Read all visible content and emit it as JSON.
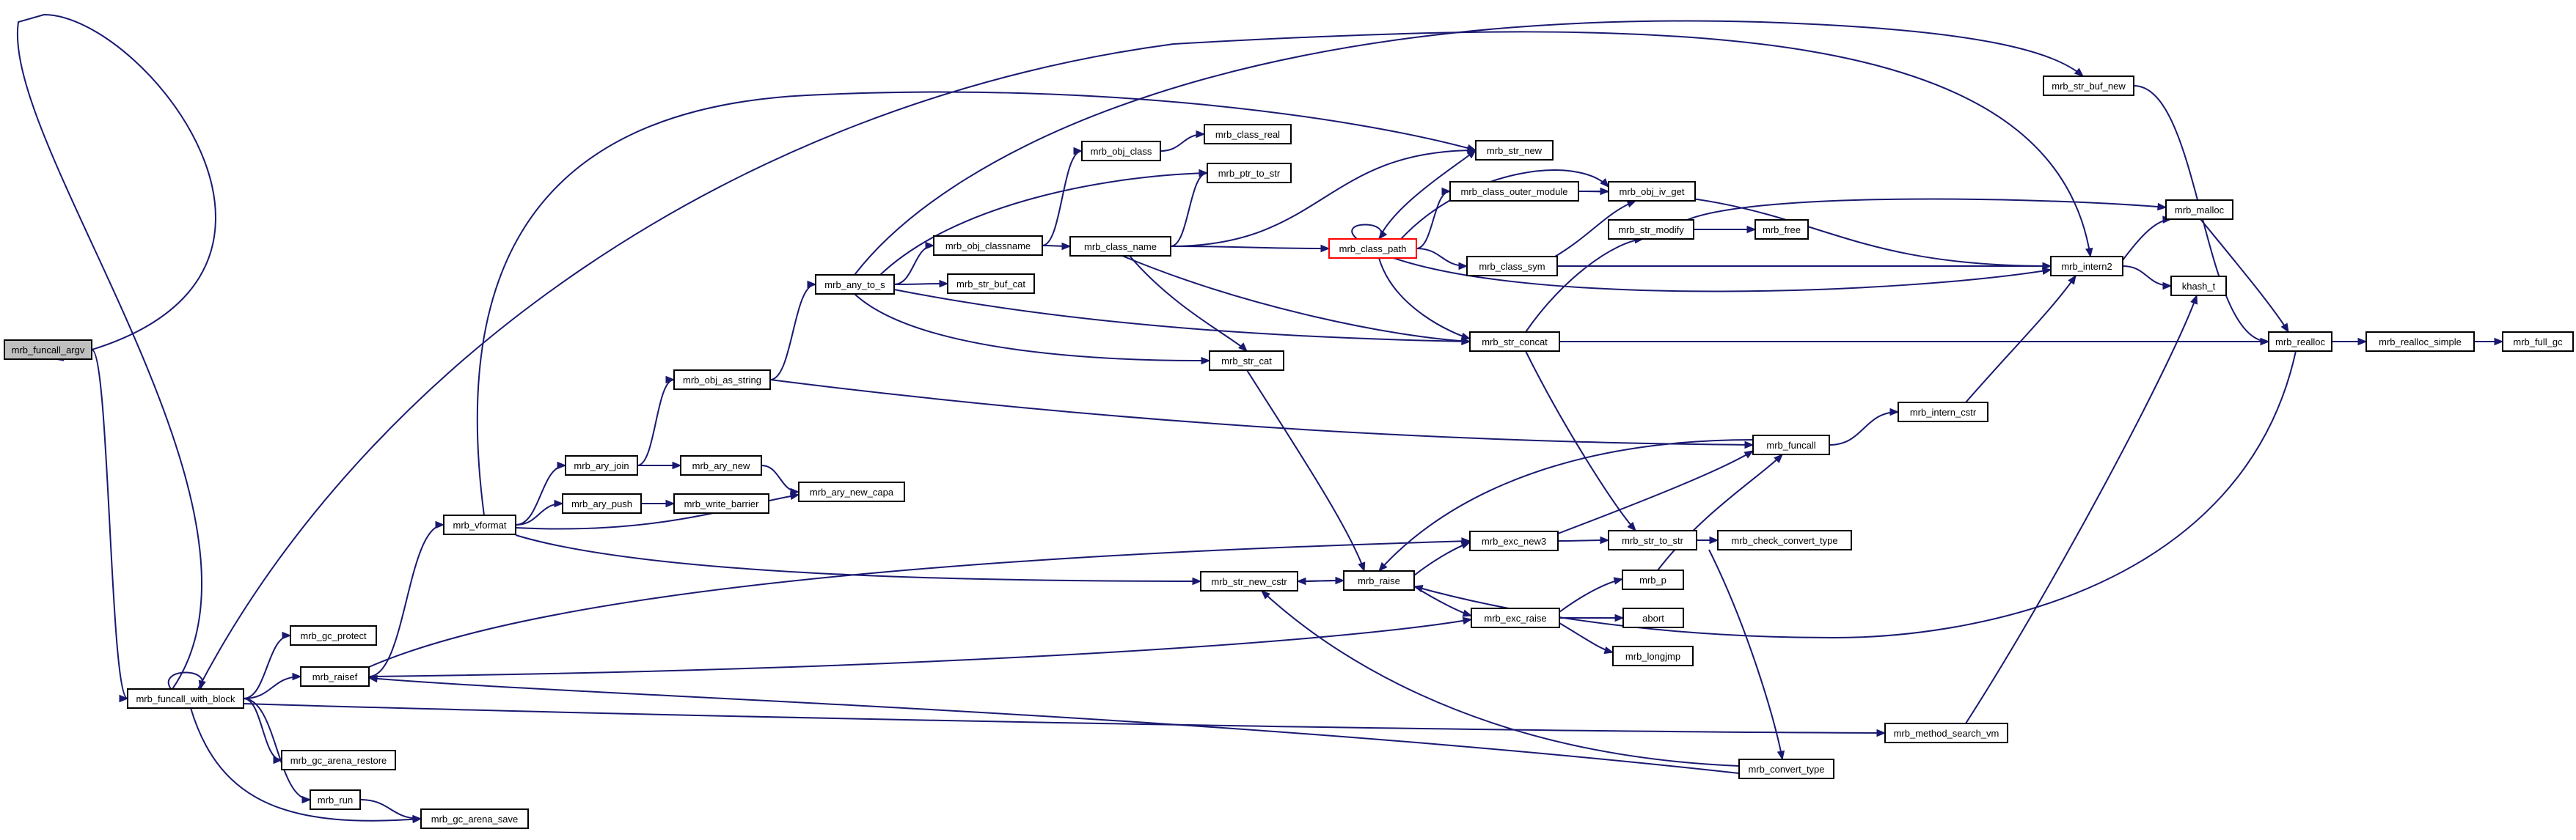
{
  "nodes": [
    {
      "id": "mrb_funcall_argv",
      "label": "mrb_funcall_argv",
      "root": true
    },
    {
      "id": "mrb_funcall_with_block",
      "label": "mrb_funcall_with_block"
    },
    {
      "id": "mrb_gc_protect",
      "label": "mrb_gc_protect"
    },
    {
      "id": "mrb_raisef",
      "label": "mrb_raisef"
    },
    {
      "id": "mrb_gc_arena_restore",
      "label": "mrb_gc_arena_restore"
    },
    {
      "id": "mrb_run",
      "label": "mrb_run"
    },
    {
      "id": "mrb_gc_arena_save",
      "label": "mrb_gc_arena_save"
    },
    {
      "id": "mrb_vformat",
      "label": "mrb_vformat"
    },
    {
      "id": "mrb_ary_join",
      "label": "mrb_ary_join"
    },
    {
      "id": "mrb_ary_push",
      "label": "mrb_ary_push"
    },
    {
      "id": "mrb_obj_as_string",
      "label": "mrb_obj_as_string"
    },
    {
      "id": "mrb_ary_new",
      "label": "mrb_ary_new"
    },
    {
      "id": "mrb_write_barrier",
      "label": "mrb_write_barrier"
    },
    {
      "id": "mrb_ary_new_capa",
      "label": "mrb_ary_new_capa"
    },
    {
      "id": "mrb_any_to_s",
      "label": "mrb_any_to_s"
    },
    {
      "id": "mrb_obj_classname",
      "label": "mrb_obj_classname"
    },
    {
      "id": "mrb_str_buf_cat",
      "label": "mrb_str_buf_cat"
    },
    {
      "id": "mrb_obj_class",
      "label": "mrb_obj_class"
    },
    {
      "id": "mrb_class_real",
      "label": "mrb_class_real"
    },
    {
      "id": "mrb_ptr_to_str",
      "label": "mrb_ptr_to_str"
    },
    {
      "id": "mrb_class_name",
      "label": "mrb_class_name"
    },
    {
      "id": "mrb_str_cat",
      "label": "mrb_str_cat"
    },
    {
      "id": "mrb_str_new",
      "label": "mrb_str_new"
    },
    {
      "id": "mrb_class_path",
      "label": "mrb_class_path",
      "red": true
    },
    {
      "id": "mrb_class_outer_module",
      "label": "mrb_class_outer_module"
    },
    {
      "id": "mrb_obj_iv_get",
      "label": "mrb_obj_iv_get"
    },
    {
      "id": "mrb_class_sym",
      "label": "mrb_class_sym"
    },
    {
      "id": "mrb_str_modify",
      "label": "mrb_str_modify"
    },
    {
      "id": "mrb_free",
      "label": "mrb_free"
    },
    {
      "id": "mrb_str_concat",
      "label": "mrb_str_concat"
    },
    {
      "id": "mrb_str_new_cstr",
      "label": "mrb_str_new_cstr"
    },
    {
      "id": "mrb_raise",
      "label": "mrb_raise"
    },
    {
      "id": "mrb_exc_new3",
      "label": "mrb_exc_new3"
    },
    {
      "id": "mrb_exc_raise",
      "label": "mrb_exc_raise"
    },
    {
      "id": "mrb_str_to_str",
      "label": "mrb_str_to_str"
    },
    {
      "id": "mrb_check_convert_type",
      "label": "mrb_check_convert_type"
    },
    {
      "id": "mrb_p",
      "label": "mrb_p"
    },
    {
      "id": "abort",
      "label": "abort"
    },
    {
      "id": "mrb_longjmp",
      "label": "mrb_longjmp"
    },
    {
      "id": "mrb_convert_type",
      "label": "mrb_convert_type"
    },
    {
      "id": "mrb_method_search_vm",
      "label": "mrb_method_search_vm"
    },
    {
      "id": "mrb_funcall",
      "label": "mrb_funcall"
    },
    {
      "id": "mrb_intern_cstr",
      "label": "mrb_intern_cstr"
    },
    {
      "id": "mrb_intern2",
      "label": "mrb_intern2"
    },
    {
      "id": "mrb_str_buf_new",
      "label": "mrb_str_buf_new"
    },
    {
      "id": "mrb_malloc",
      "label": "mrb_malloc"
    },
    {
      "id": "khash_t",
      "label": "khash_t"
    },
    {
      "id": "mrb_realloc",
      "label": "mrb_realloc"
    },
    {
      "id": "mrb_realloc_simple",
      "label": "mrb_realloc_simple"
    },
    {
      "id": "mrb_full_gc",
      "label": "mrb_full_gc"
    }
  ],
  "edges": [
    [
      "mrb_funcall_argv",
      "mrb_funcall_with_block"
    ],
    [
      "mrb_funcall_with_block",
      "mrb_funcall_argv"
    ],
    [
      "mrb_funcall_with_block",
      "mrb_funcall_with_block"
    ],
    [
      "mrb_funcall_with_block",
      "mrb_gc_protect"
    ],
    [
      "mrb_funcall_with_block",
      "mrb_raisef"
    ],
    [
      "mrb_funcall_with_block",
      "mrb_gc_arena_restore"
    ],
    [
      "mrb_funcall_with_block",
      "mrb_run"
    ],
    [
      "mrb_funcall_with_block",
      "mrb_gc_arena_save"
    ],
    [
      "mrb_funcall_with_block",
      "mrb_intern2"
    ],
    [
      "mrb_funcall_with_block",
      "mrb_method_search_vm"
    ],
    [
      "mrb_run",
      "mrb_gc_arena_save"
    ],
    [
      "mrb_raisef",
      "mrb_vformat"
    ],
    [
      "mrb_raisef",
      "mrb_exc_new3"
    ],
    [
      "mrb_raisef",
      "mrb_exc_raise"
    ],
    [
      "mrb_vformat",
      "mrb_ary_join"
    ],
    [
      "mrb_vformat",
      "mrb_ary_push"
    ],
    [
      "mrb_vformat",
      "mrb_ary_new_capa"
    ],
    [
      "mrb_vformat",
      "mrb_str_new"
    ],
    [
      "mrb_vformat",
      "mrb_str_new_cstr"
    ],
    [
      "mrb_ary_join",
      "mrb_obj_as_string"
    ],
    [
      "mrb_ary_join",
      "mrb_ary_new"
    ],
    [
      "mrb_ary_push",
      "mrb_write_barrier"
    ],
    [
      "mrb_ary_new",
      "mrb_ary_new_capa"
    ],
    [
      "mrb_obj_as_string",
      "mrb_any_to_s"
    ],
    [
      "mrb_obj_as_string",
      "mrb_funcall"
    ],
    [
      "mrb_any_to_s",
      "mrb_obj_classname"
    ],
    [
      "mrb_any_to_s",
      "mrb_str_buf_cat"
    ],
    [
      "mrb_any_to_s",
      "mrb_ptr_to_str"
    ],
    [
      "mrb_any_to_s",
      "mrb_str_cat"
    ],
    [
      "mrb_any_to_s",
      "mrb_str_concat"
    ],
    [
      "mrb_any_to_s",
      "mrb_str_buf_new"
    ],
    [
      "mrb_obj_classname",
      "mrb_obj_class"
    ],
    [
      "mrb_obj_classname",
      "mrb_class_name"
    ],
    [
      "mrb_obj_class",
      "mrb_class_real"
    ],
    [
      "mrb_class_name",
      "mrb_ptr_to_str"
    ],
    [
      "mrb_class_name",
      "mrb_str_new"
    ],
    [
      "mrb_class_name",
      "mrb_class_path"
    ],
    [
      "mrb_class_name",
      "mrb_str_cat"
    ],
    [
      "mrb_class_name",
      "mrb_str_concat"
    ],
    [
      "mrb_class_path",
      "mrb_class_path"
    ],
    [
      "mrb_class_path",
      "mrb_str_new"
    ],
    [
      "mrb_class_path",
      "mrb_class_outer_module"
    ],
    [
      "mrb_class_path",
      "mrb_obj_iv_get"
    ],
    [
      "mrb_class_path",
      "mrb_class_sym"
    ],
    [
      "mrb_class_path",
      "mrb_str_concat"
    ],
    [
      "mrb_class_path",
      "mrb_intern2"
    ],
    [
      "mrb_class_outer_module",
      "mrb_obj_iv_get"
    ],
    [
      "mrb_class_outer_module",
      "mrb_intern2"
    ],
    [
      "mrb_class_sym",
      "mrb_obj_iv_get"
    ],
    [
      "mrb_class_sym",
      "mrb_intern2"
    ],
    [
      "mrb_str_modify",
      "mrb_free"
    ],
    [
      "mrb_str_modify",
      "mrb_malloc"
    ],
    [
      "mrb_str_concat",
      "mrb_str_modify"
    ],
    [
      "mrb_str_concat",
      "mrb_str_to_str"
    ],
    [
      "mrb_str_concat",
      "mrb_realloc"
    ],
    [
      "mrb_str_cat",
      "mrb_raise"
    ],
    [
      "mrb_raise",
      "mrb_str_new_cstr"
    ],
    [
      "mrb_str_new_cstr",
      "mrb_raise"
    ],
    [
      "mrb_raise",
      "mrb_exc_new3"
    ],
    [
      "mrb_raise",
      "mrb_exc_raise"
    ],
    [
      "mrb_exc_new3",
      "mrb_str_to_str"
    ],
    [
      "mrb_exc_new3",
      "mrb_funcall"
    ],
    [
      "mrb_str_to_str",
      "mrb_check_convert_type"
    ],
    [
      "mrb_str_to_str",
      "mrb_convert_type"
    ],
    [
      "mrb_exc_raise",
      "mrb_p"
    ],
    [
      "mrb_exc_raise",
      "abort"
    ],
    [
      "mrb_exc_raise",
      "mrb_longjmp"
    ],
    [
      "mrb_p",
      "mrb_funcall"
    ],
    [
      "mrb_convert_type",
      "mrb_str_new_cstr"
    ],
    [
      "mrb_convert_type",
      "mrb_raisef"
    ],
    [
      "mrb_method_search_vm",
      "khash_t"
    ],
    [
      "mrb_funcall",
      "mrb_raise"
    ],
    [
      "mrb_funcall",
      "mrb_intern_cstr"
    ],
    [
      "mrb_intern_cstr",
      "mrb_intern2"
    ],
    [
      "mrb_intern2",
      "mrb_malloc"
    ],
    [
      "mrb_intern2",
      "khash_t"
    ],
    [
      "mrb_str_buf_new",
      "mrb_realloc"
    ],
    [
      "mrb_malloc",
      "mrb_realloc"
    ],
    [
      "mrb_realloc",
      "mrb_realloc_simple"
    ],
    [
      "mrb_realloc",
      "mrb_raise"
    ],
    [
      "mrb_realloc_simple",
      "mrb_full_gc"
    ]
  ]
}
